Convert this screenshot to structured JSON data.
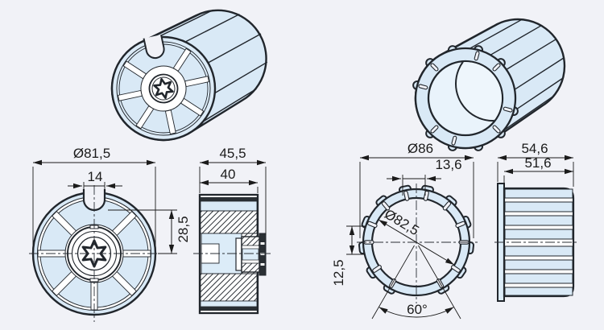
{
  "page": {
    "background_color": "#f1f2f7"
  },
  "drawing": {
    "part_fill_color": "#d9e9f6",
    "part_fill_light_color": "#e9f3fb",
    "outline_color": "#21262c",
    "dimension_color": "#1b1b1b"
  },
  "dimensions": {
    "left_front": {
      "outer_diameter": "Ø81,5",
      "notch_width": "14",
      "notch_to_center": "28,5"
    },
    "left_side": {
      "overall_length": "45,5",
      "body_length": "40"
    },
    "right_front": {
      "outer_diameter": "Ø86",
      "top_gap_width": "13,6",
      "bore_diameter": "Ø82,5",
      "slot_offset": "12,5",
      "bottom_angle": "60°"
    },
    "right_side": {
      "overall_length": "54,6",
      "body_length": "51,6"
    }
  }
}
